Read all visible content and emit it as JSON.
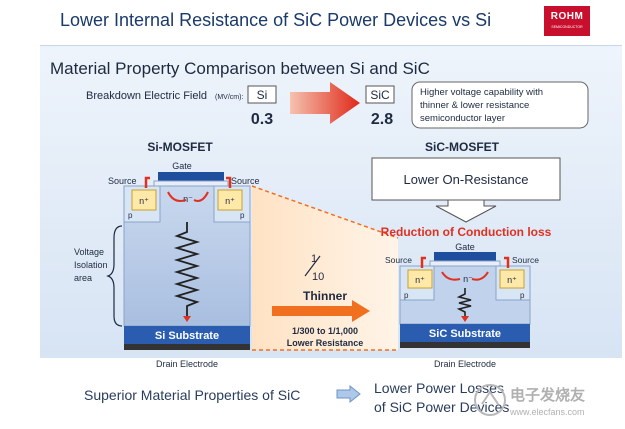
{
  "header": {
    "title": "Lower Internal Resistance of SiC Power Devices vs Si",
    "logo_text": "ROHM",
    "logo_subtext": "SEMICONDUCTOR"
  },
  "comparison": {
    "heading": "Material Property Comparison between Si and SiC",
    "breakdown_label": "Breakdown Electric Field",
    "breakdown_unit": "(MV/cm):",
    "si_label": "Si",
    "si_value": "0.3",
    "sic_label": "SiC",
    "sic_value": "2.8",
    "note": [
      "Higher voltage capability with",
      "thinner & lower resistance",
      "semiconductor layer"
    ]
  },
  "si_mosfet": {
    "title": "Si-MOSFET",
    "gate": "Gate",
    "source_left": "Source",
    "source_right": "Source",
    "n_plus": "n⁺",
    "n_minus": "n⁻",
    "p": "p",
    "voltage_label": [
      "Voltage",
      "Isolation",
      "area"
    ],
    "substrate": "Si Substrate",
    "drain": "Drain Electrode"
  },
  "sic_mosfet": {
    "title": "SiC-MOSFET",
    "callout": "Lower On-Resistance",
    "reduction": "Reduction of Conduction loss",
    "gate": "Gate",
    "source_left": "Source",
    "source_right": "Source",
    "n_plus": "n⁺",
    "n_minus": "n⁻",
    "p": "p",
    "substrate": "SiC Substrate",
    "drain": "Drain Electrode"
  },
  "middle": {
    "fraction_num": "1",
    "fraction_den": "10",
    "thinner": "Thinner",
    "resistance_range": "1/300 to 1/1,000",
    "lower_resistance": "Lower Resistance"
  },
  "footer": {
    "left": "Superior Material Properties of SiC",
    "right_line1": "Lower Power Losses",
    "right_line2": "of SiC Power Devices",
    "watermark": "电子发烧友",
    "watermark_url": "www.elecfans.com"
  },
  "colors": {
    "accent_red": "#e03020",
    "arrow_orange": "#f07020",
    "gate_blue": "#1f4e9e",
    "substrate_blue": "#2a5db0",
    "drift_blue": "#b8cbe6"
  }
}
